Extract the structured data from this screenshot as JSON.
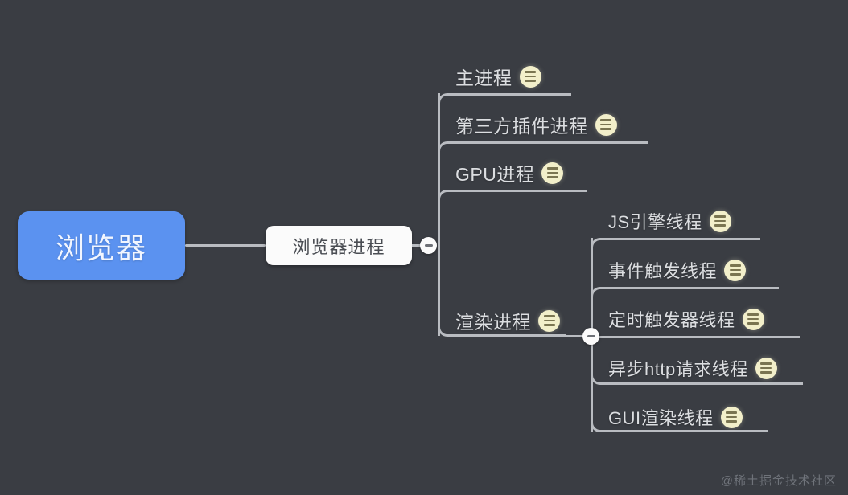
{
  "background_color": "#3a3d43",
  "accent_color": "#5b92f0",
  "line_color": "#b9bcc1",
  "icon_color": "#f2efca",
  "root": {
    "label": "浏览器"
  },
  "level1": {
    "label": "浏览器进程",
    "toggle_state": "expanded",
    "toggle_glyph": "−"
  },
  "processes": [
    {
      "label": "主进程",
      "icon": "note-icon"
    },
    {
      "label": "第三方插件进程",
      "icon": "note-icon"
    },
    {
      "label": "GPU进程",
      "icon": "note-icon"
    },
    {
      "label": "渲染进程",
      "icon": "note-icon"
    }
  ],
  "render_toggle": {
    "toggle_state": "expanded",
    "toggle_glyph": "−"
  },
  "threads": [
    {
      "label": "JS引擎线程",
      "icon": "note-icon"
    },
    {
      "label": "事件触发线程",
      "icon": "note-icon"
    },
    {
      "label": "定时触发器线程",
      "icon": "note-icon"
    },
    {
      "label": "异步http请求线程",
      "icon": "note-icon"
    },
    {
      "label": "GUI渲染线程",
      "icon": "note-icon"
    }
  ],
  "watermark": {
    "text": "@稀土掘金技术社区"
  }
}
